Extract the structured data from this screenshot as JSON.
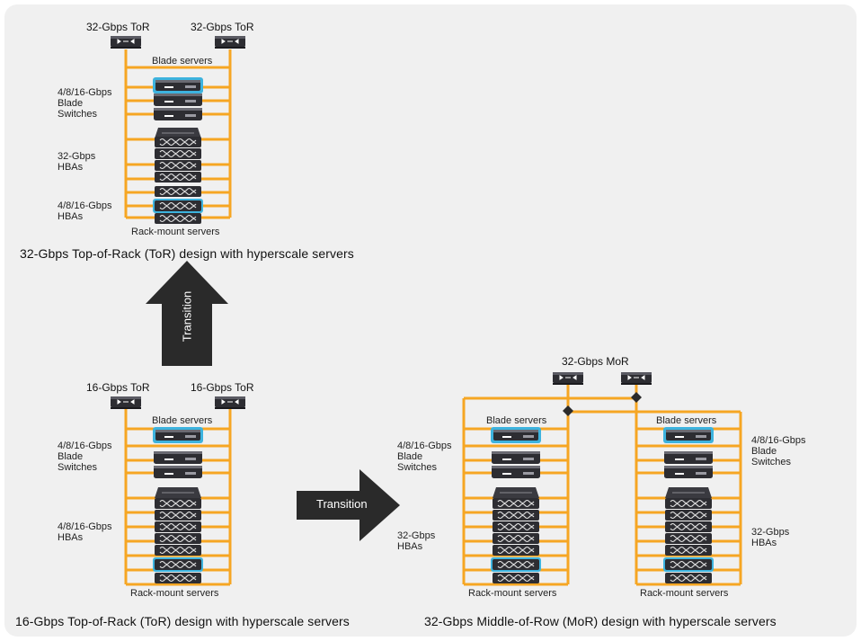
{
  "colors": {
    "link": "#f6a623",
    "device": "#2d2d32",
    "highlight": "#3db3de",
    "arrow": "#2a2a2a",
    "panel": "#f0f0f0"
  },
  "icons": [
    "switch-icon",
    "blade-server-icon",
    "rack-server-icon",
    "diamond-junction-icon"
  ],
  "top": {
    "tor_left": "32-Gbps ToR",
    "tor_right": "32-Gbps ToR",
    "blade_servers": "Blade servers",
    "switch_label": [
      "4/8/16-Gbps",
      "Blade",
      "Switches"
    ],
    "hba_32": [
      "32-Gbps",
      "HBAs"
    ],
    "hba_16": [
      "4/8/16-Gbps",
      "HBAs"
    ],
    "rack_servers": "Rack-mount servers",
    "caption": "32-Gbps Top-of-Rack (ToR) design with hyperscale servers"
  },
  "transition_label": "Transition",
  "bottom_left": {
    "tor_left": "16-Gbps ToR",
    "tor_right": "16-Gbps ToR",
    "blade_servers": "Blade servers",
    "switch_label": [
      "4/8/16-Gbps",
      "Blade",
      "Switches"
    ],
    "hba": [
      "4/8/16-Gbps",
      "HBAs"
    ],
    "rack_servers": "Rack-mount servers",
    "caption": "16-Gbps Top-of-Rack (ToR) design with hyperscale servers"
  },
  "bottom_right": {
    "mor": "32-Gbps MoR",
    "blade_servers_left": "Blade servers",
    "blade_servers_right": "Blade servers",
    "switch_label_left": [
      "4/8/16-Gbps",
      "Blade",
      "Switches"
    ],
    "switch_label_right": [
      "4/8/16-Gbps",
      "Blade",
      "Switches"
    ],
    "hba_left": [
      "32-Gbps",
      "HBAs"
    ],
    "hba_right": [
      "32-Gbps",
      "HBAs"
    ],
    "rack_servers_left": "Rack-mount servers",
    "rack_servers_right": "Rack-mount servers",
    "caption": "32-Gbps Middle-of-Row (MoR) design with hyperscale servers"
  }
}
